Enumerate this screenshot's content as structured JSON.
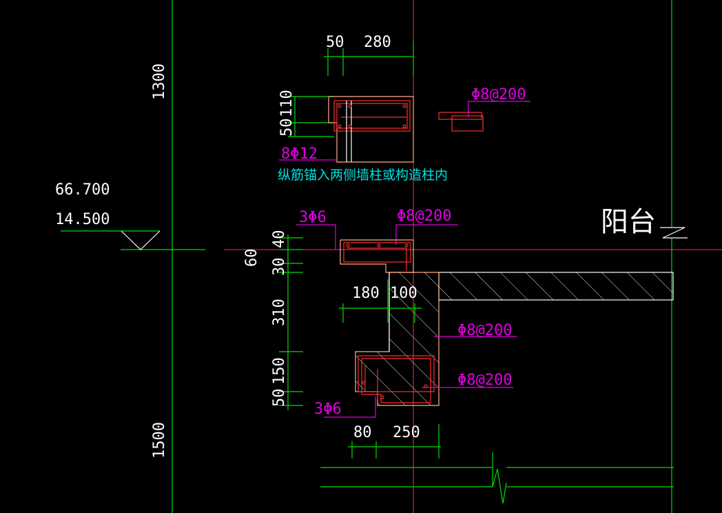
{
  "colors": {
    "background": "#000000",
    "dimension_line": "#00e000",
    "outline": "#ffb080",
    "rebar": "#ff3030",
    "label": "#e000e0",
    "note": "#00e0e0",
    "text": "#ffffff"
  },
  "elevations": {
    "upper": "66.700",
    "lower": "14.500"
  },
  "room_label": "阳台",
  "top_section": {
    "dim_left": "50",
    "dim_right": "280",
    "dim_height_top": "110",
    "dim_height_bottom": "50",
    "main_rebar": "8Φ12",
    "note": "纵筋锚入两侧墙柱或构造柱内",
    "detail_stirrup": "Φ8@200"
  },
  "mid_section": {
    "rebar_left": "3Φ6",
    "stirrup": "Φ8@200"
  },
  "lower_section": {
    "dim_180": "180",
    "dim_100": "100",
    "stirrup_1": "Φ8@200",
    "stirrup_2": "Φ8@200",
    "rebar_bottom": "3Φ6",
    "dim_80": "80",
    "dim_250": "250"
  },
  "vertical_dims": {
    "d1300": "1300",
    "d40": "40",
    "d60": "60",
    "d30": "30",
    "d310": "310",
    "d150": "150",
    "d50": "50",
    "d1500": "1500"
  }
}
